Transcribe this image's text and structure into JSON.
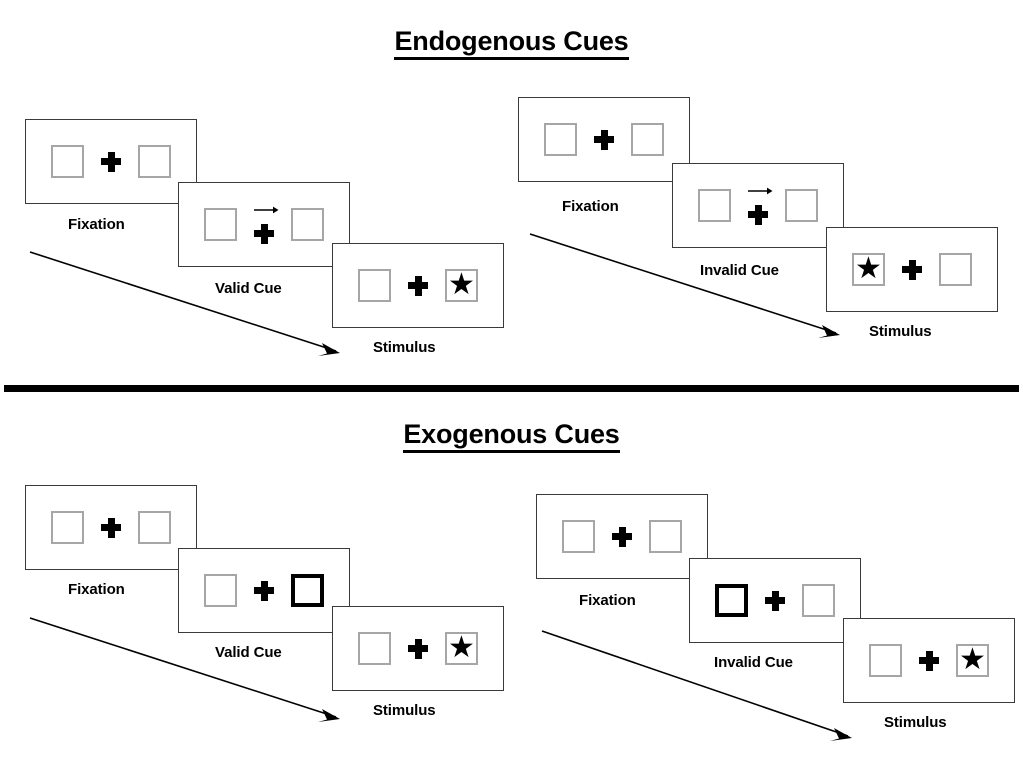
{
  "figure": {
    "sections": [
      {
        "id": "endogenous",
        "title": "Endogenous Cues",
        "conditions": [
          {
            "id": "endogenous-valid",
            "frames": [
              {
                "label": "Fixation",
                "left_box": "empty",
                "right_box": "empty",
                "center": "plus",
                "cue_side": "none"
              },
              {
                "label": "Valid Cue",
                "left_box": "empty",
                "right_box": "empty",
                "center": "arrow-plus",
                "cue_side": "right"
              },
              {
                "label": "Stimulus",
                "left_box": "empty",
                "right_box": "star",
                "center": "plus",
                "cue_side": "none"
              }
            ]
          },
          {
            "id": "endogenous-invalid",
            "frames": [
              {
                "label": "Fixation",
                "left_box": "empty",
                "right_box": "empty",
                "center": "plus",
                "cue_side": "none"
              },
              {
                "label": "Invalid Cue",
                "left_box": "empty",
                "right_box": "empty",
                "center": "arrow-plus",
                "cue_side": "right"
              },
              {
                "label": "Stimulus",
                "left_box": "star",
                "right_box": "empty",
                "center": "plus",
                "cue_side": "none"
              }
            ]
          }
        ]
      },
      {
        "id": "exogenous",
        "title": "Exogenous Cues",
        "conditions": [
          {
            "id": "exogenous-valid",
            "frames": [
              {
                "label": "Fixation",
                "left_box": "empty",
                "right_box": "empty",
                "center": "plus",
                "cue_side": "none"
              },
              {
                "label": "Valid Cue",
                "left_box": "empty",
                "right_box": "cued",
                "center": "plus",
                "cue_side": "right"
              },
              {
                "label": "Stimulus",
                "left_box": "empty",
                "right_box": "star",
                "center": "plus",
                "cue_side": "none"
              }
            ]
          },
          {
            "id": "exogenous-invalid",
            "frames": [
              {
                "label": "Fixation",
                "left_box": "empty",
                "right_box": "empty",
                "center": "plus",
                "cue_side": "none"
              },
              {
                "label": "Invalid Cue",
                "left_box": "cued",
                "right_box": "empty",
                "center": "plus",
                "cue_side": "left"
              },
              {
                "label": "Stimulus",
                "left_box": "empty",
                "right_box": "star",
                "center": "plus",
                "cue_side": "none"
              }
            ]
          }
        ]
      }
    ],
    "glyphs": {
      "star": "★",
      "plus": "plus-fixation-icon",
      "arrow": "right-arrow-cue-icon",
      "time_arrow": "time-progression-arrow-icon"
    },
    "colors": {
      "ink": "#000000",
      "panel_border": "#3a3a3a",
      "box_border": "#a6a6a6",
      "cued_box_border": "#000000",
      "background": "#ffffff"
    }
  }
}
